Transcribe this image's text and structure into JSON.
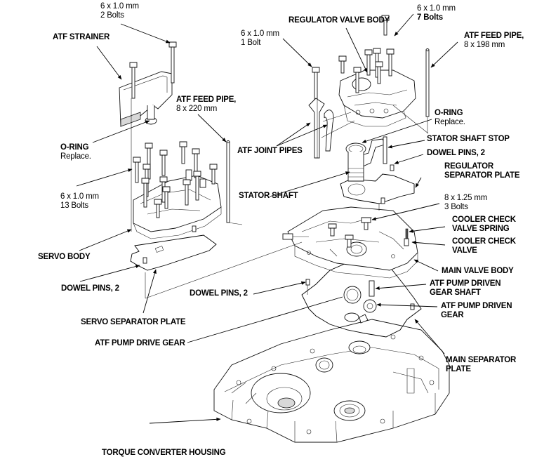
{
  "diagram": {
    "title": "Transmission valve body assembly - exploded view",
    "labels": {
      "strainer_bolts": {
        "spec": "6 x 1.0 mm",
        "qty": "2 Bolts"
      },
      "atf_strainer": {
        "name": "ATF STRAINER"
      },
      "o_ring_left": {
        "name": "O-RING",
        "note": "Replace."
      },
      "atf_feed_pipe_220": {
        "name": "ATF FEED PIPE,",
        "spec": "8 x 220 mm"
      },
      "servo_bolts": {
        "spec": "6 x 1.0 mm",
        "qty": "13 Bolts"
      },
      "servo_body": {
        "name": "SERVO BODY"
      },
      "dowel_pins_left": {
        "name": "DOWEL PINS, 2"
      },
      "servo_separator_plate": {
        "name": "SERVO SEPARATOR PLATE"
      },
      "atf_pump_drive_gear": {
        "name": "ATF PUMP DRIVE GEAR"
      },
      "torque_converter_housing": {
        "name": "TORQUE CONVERTER HOUSING"
      },
      "regulator_bolt": {
        "spec": "6 x 1.0 mm",
        "qty": "1 Bolt"
      },
      "regulator_valve_body": {
        "name": "REGULATOR VALVE BODY"
      },
      "regulator_bolts": {
        "spec": "6 x 1.0 mm",
        "qty": "7 Bolts"
      },
      "atf_feed_pipe_198": {
        "name": "ATF FEED PIPE,",
        "spec": "8 x 198 mm"
      },
      "o_ring_right": {
        "name": "O-RING",
        "note": "Replace."
      },
      "atf_joint_pipes": {
        "name": "ATF JOINT PIPES"
      },
      "stator_shaft_stop": {
        "name": "STATOR SHAFT STOP"
      },
      "dowel_pins_right": {
        "name": "DOWEL PINS, 2"
      },
      "regulator_separator_plate": {
        "line1": "REGULATOR",
        "line2": "SEPARATOR PLATE"
      },
      "stator_shaft": {
        "name": "STATOR SHAFT"
      },
      "main_bolts": {
        "spec": "8 x 1.25 mm",
        "qty": "3 Bolts"
      },
      "cooler_check_valve_spring": {
        "line1": "COOLER CHECK",
        "line2": "VALVE SPRING"
      },
      "cooler_check_valve": {
        "line1": "COOLER CHECK",
        "line2": "VALVE"
      },
      "main_valve_body": {
        "name": "MAIN VALVE BODY"
      },
      "dowel_pins_middle": {
        "name": "DOWEL PINS, 2"
      },
      "atf_pump_driven_gear_shaft": {
        "line1": "ATF PUMP DRIVEN",
        "line2": "GEAR SHAFT"
      },
      "atf_pump_driven_gear": {
        "line1": "ATF PUMP DRIVEN",
        "line2": "GEAR"
      },
      "main_separator_plate": {
        "line1": "MAIN SEPARATOR",
        "line2": "PLATE"
      }
    }
  }
}
